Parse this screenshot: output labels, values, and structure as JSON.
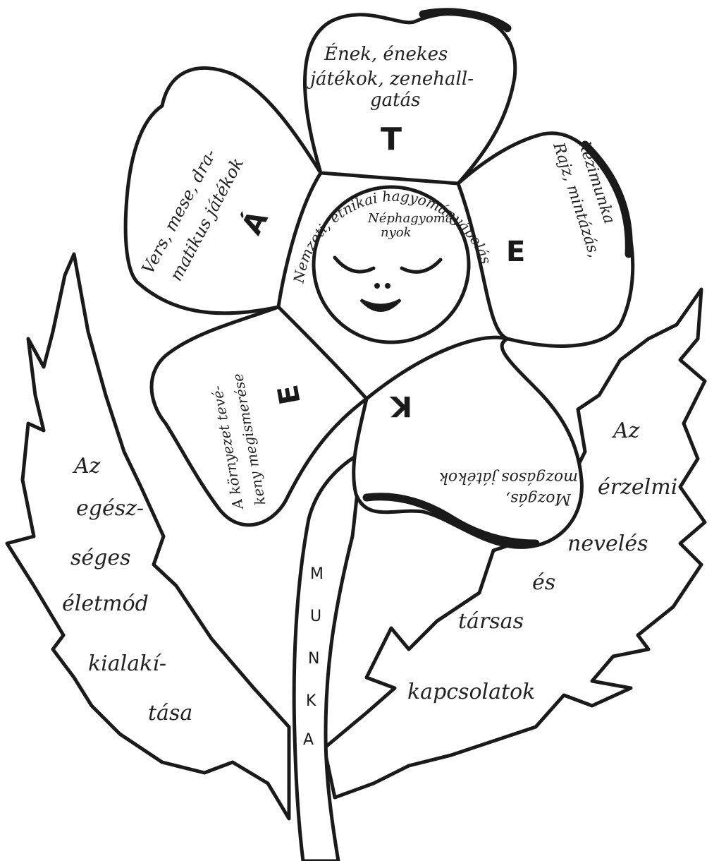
{
  "petals": {
    "top": {
      "letter": "T",
      "lines": [
        "Ének, énekes",
        "játékok, zenehall-",
        "gatás"
      ]
    },
    "upper_left": {
      "letter": "Á",
      "lines": [
        "Vers, mese, dra-",
        "matikus játékok"
      ]
    },
    "upper_right": {
      "letter": "E",
      "lines": [
        "Rajz, mintázás,",
        "kézimunka"
      ]
    },
    "lower_left": {
      "letter": "E",
      "lines": [
        "A környezet tevé-",
        "keny megismerése"
      ]
    },
    "lower_right": {
      "letter": "K",
      "lines": [
        "Mozgás,",
        "mozgásos játékok"
      ]
    }
  },
  "center": {
    "arc_text": "Nemzeti, etnikai hagyományápolás",
    "inner_lines": [
      "Néphagyomá-",
      "nyok"
    ]
  },
  "stem": {
    "letters": [
      "M",
      "U",
      "N",
      "K",
      "A"
    ]
  },
  "left_leaf": {
    "lines": [
      "Az",
      "egész-",
      "séges",
      "életmód",
      "kialakí-",
      "tása"
    ]
  },
  "right_leaf": {
    "lines": [
      "Az",
      "érzelmi",
      "nevelés",
      "és",
      "társas",
      "kapcsolatok"
    ]
  }
}
